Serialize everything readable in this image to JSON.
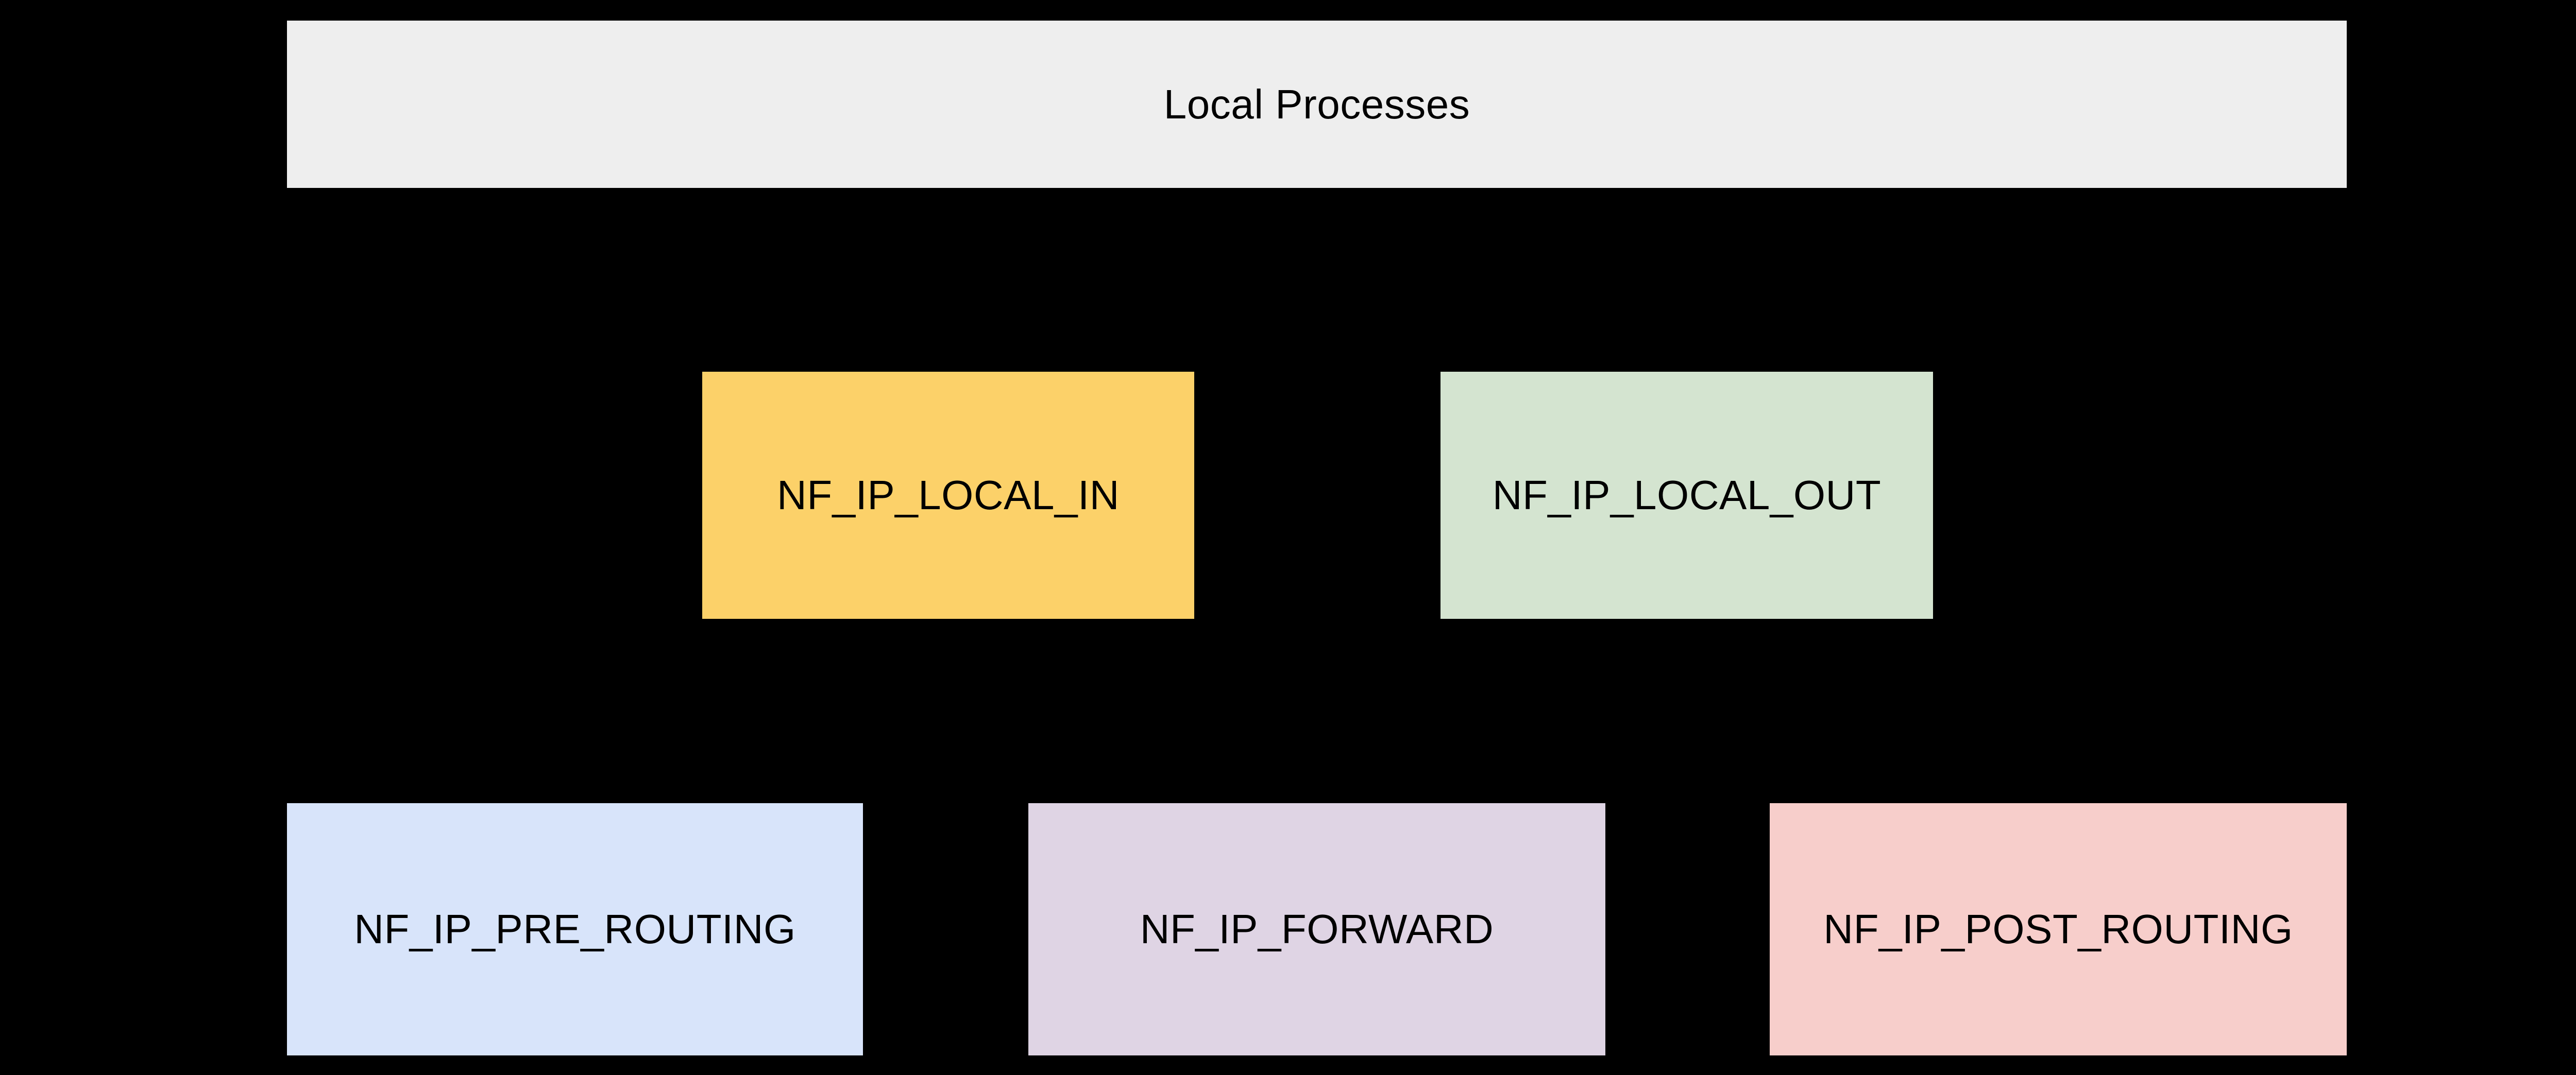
{
  "diagram": {
    "canvas_background": "#000000",
    "text_color": "#000000",
    "nodes": [
      {
        "id": "local-processes",
        "label": "Local Processes",
        "fill": "#EEEEEE"
      },
      {
        "id": "nf-ip-local-in",
        "label": "NF_IP_LOCAL_IN",
        "fill": "#FCD169"
      },
      {
        "id": "nf-ip-local-out",
        "label": "NF_IP_LOCAL_OUT",
        "fill": "#D4E4D0"
      },
      {
        "id": "nf-ip-pre-routing",
        "label": "NF_IP_PRE_ROUTING",
        "fill": "#D8E4FA"
      },
      {
        "id": "nf-ip-forward",
        "label": "NF_IP_FORWARD",
        "fill": "#DFD4E4"
      },
      {
        "id": "nf-ip-post-routing",
        "label": "NF_IP_POST_ROUTING",
        "fill": "#F7CECB"
      }
    ]
  }
}
